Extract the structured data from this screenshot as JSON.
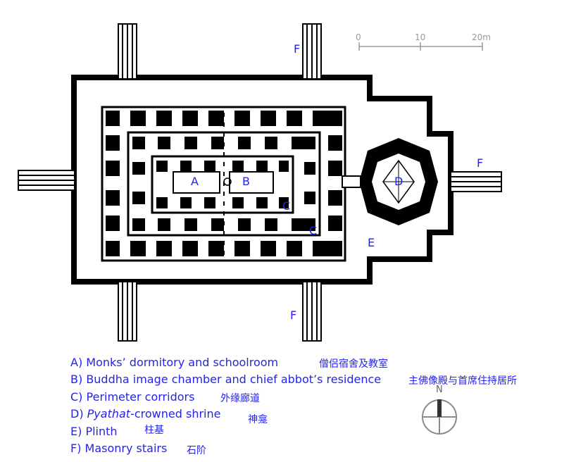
{
  "plan_labels": {
    "A": "A",
    "B": "B",
    "C1": "C",
    "C2": "C",
    "D": "D",
    "E": "E",
    "F_top": "F",
    "F_bottom": "F",
    "F_right": "F"
  },
  "scale_bar": {
    "ticks": [
      "0",
      "10",
      "20m"
    ]
  },
  "north_arrow": {
    "label": "N"
  },
  "legend": [
    {
      "key": "A)",
      "text": "Monks’ dormitory and schoolroom",
      "zh": "僧侣宿舍及教室"
    },
    {
      "key": "B)",
      "text": "Buddha image chamber and chief abbot’s residence",
      "zh": "主佛像殿与首席住持居所"
    },
    {
      "key": "C)",
      "text": "Perimeter corridors",
      "zh": "外缘廊道"
    },
    {
      "key": "D)",
      "text_italic": "Pyathat",
      "text": "-crowned shrine",
      "zh": "神龛"
    },
    {
      "key": "E)",
      "text": "Plinth",
      "zh": "柱基"
    },
    {
      "key": "F)",
      "text": "Masonry stairs",
      "zh": "石阶"
    }
  ],
  "colors": {
    "label": "#2424e8",
    "wall": "#000000",
    "scale": "#9a9a9a"
  }
}
